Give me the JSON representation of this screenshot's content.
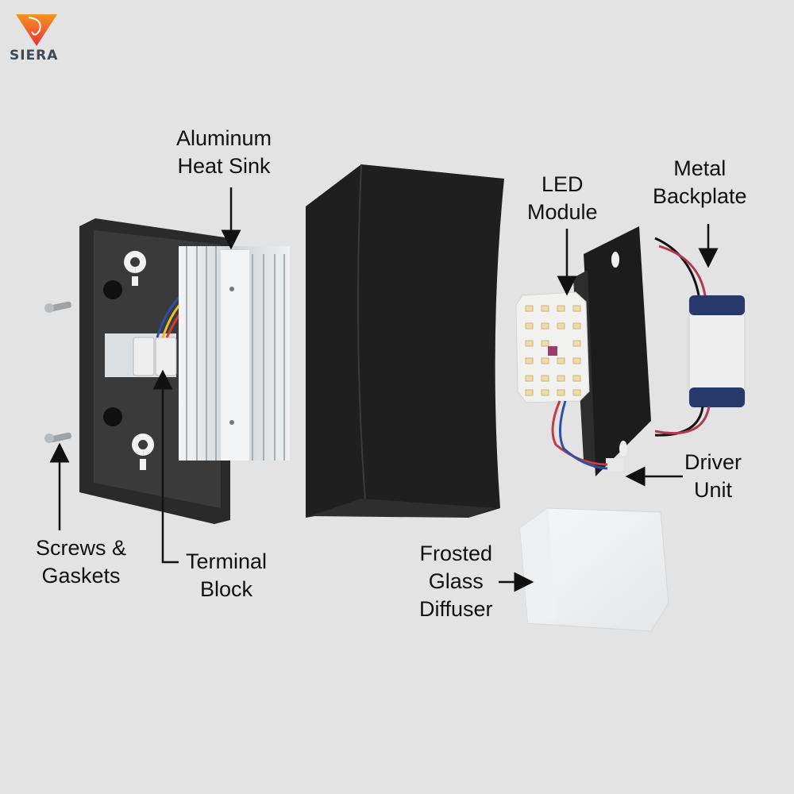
{
  "brand": {
    "name": "SIERA",
    "logo_colors": [
      "#f7931e",
      "#e8323c"
    ]
  },
  "diagram": {
    "title": "Exploded view of wall light components",
    "labels": {
      "heat_sink": [
        "Aluminum",
        "Heat Sink"
      ],
      "led_module": [
        "LED",
        "Module"
      ],
      "backplate": [
        "Metal",
        "Backplate"
      ],
      "driver": [
        "Driver",
        "Unit"
      ],
      "screws": [
        "Screws &",
        "Gaskets"
      ],
      "terminal": [
        "Terminal",
        "Block"
      ],
      "diffuser": [
        "Frosted",
        "Glass",
        "Diffuser"
      ]
    }
  },
  "colors": {
    "background": "#e3e3e3",
    "housing": "#1f1f20",
    "heatsink": "#d9dde0",
    "pcb": "#f1f1ef",
    "driver_cap": "#27386a"
  }
}
